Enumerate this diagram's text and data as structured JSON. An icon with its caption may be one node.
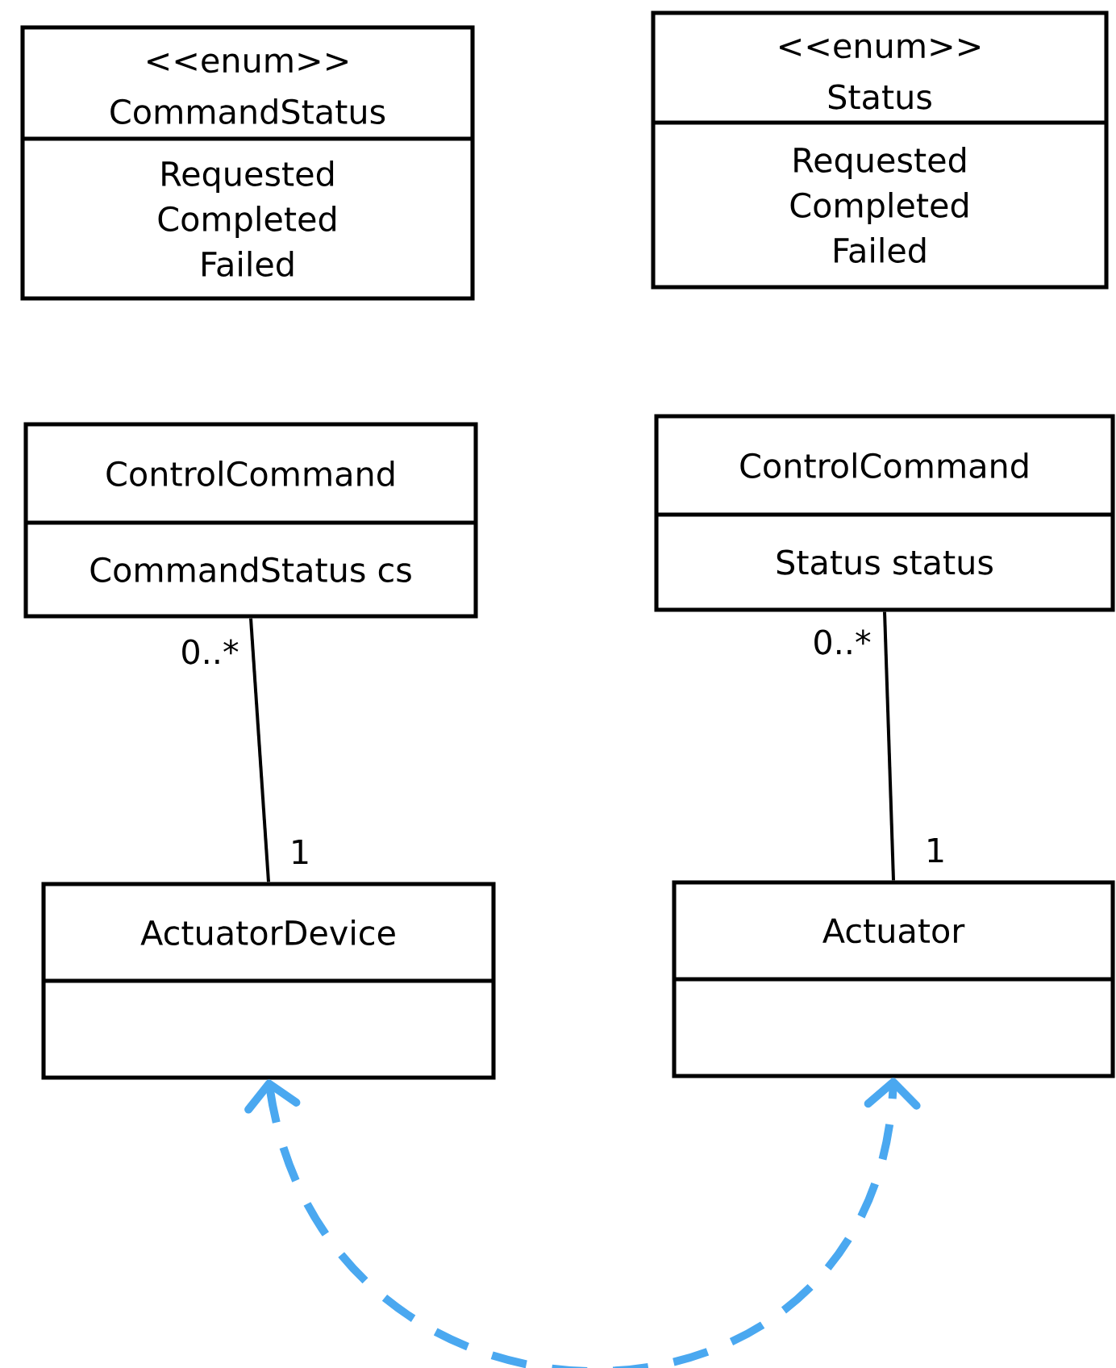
{
  "diagram": {
    "nodes": [
      {
        "text": [
          "<<enum>>",
          "CommandStatus",
          "Requested Completed Failed"
        ]
      },
      {
        "text": [
          "<<enum>>",
          "Status",
          "Requested Completed Failed"
        ]
      },
      {
        "text": [
          "ControlCommand",
          "CommandStatus cs"
        ]
      },
      {
        "text": [
          "ControlCommand",
          "Status status"
        ]
      },
      {
        "text": [
          "ActuatorDevice"
        ]
      },
      {
        "text": [
          "Actuator"
        ]
      }
    ],
    "edges": [
      {
        "from": 2,
        "to": 4,
        "arrow": "none"
      },
      {
        "from": 3,
        "to": 5,
        "arrow": "none"
      },
      {
        "from": 4,
        "to": 5,
        "arrow": "both",
        "style": "dashed",
        "color": "#4aa8f0"
      }
    ],
    "labels": [
      "0..*",
      "1",
      "0..*",
      "1"
    ]
  }
}
